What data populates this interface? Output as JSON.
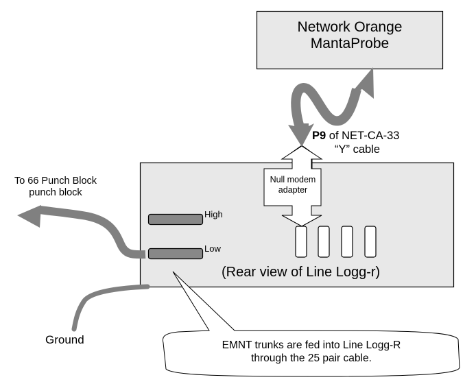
{
  "colors": {
    "box_fill": "#e8e8e8",
    "cable": "#808080",
    "outline": "#000000",
    "background": "#ffffff"
  },
  "manta_probe": {
    "line1": "Network Orange",
    "line2": "MantaProbe"
  },
  "y_cable": {
    "bold_part": "P9",
    "rest_part": " of NET-CA-33",
    "line2": "“Y” cable"
  },
  "null_modem": {
    "line1": "Null modem",
    "line2": "adapter"
  },
  "punch_block": {
    "line1": "To 66 Punch Block",
    "line2": "punch block"
  },
  "ports": {
    "high_label": "High",
    "low_label": "Low"
  },
  "rear_view_label": "(Rear view of Line Logg-r)",
  "ground_label": "Ground",
  "callout": {
    "line1": "EMNT trunks are fed into Line Logg-R",
    "line2": "through the 25 pair cable."
  }
}
